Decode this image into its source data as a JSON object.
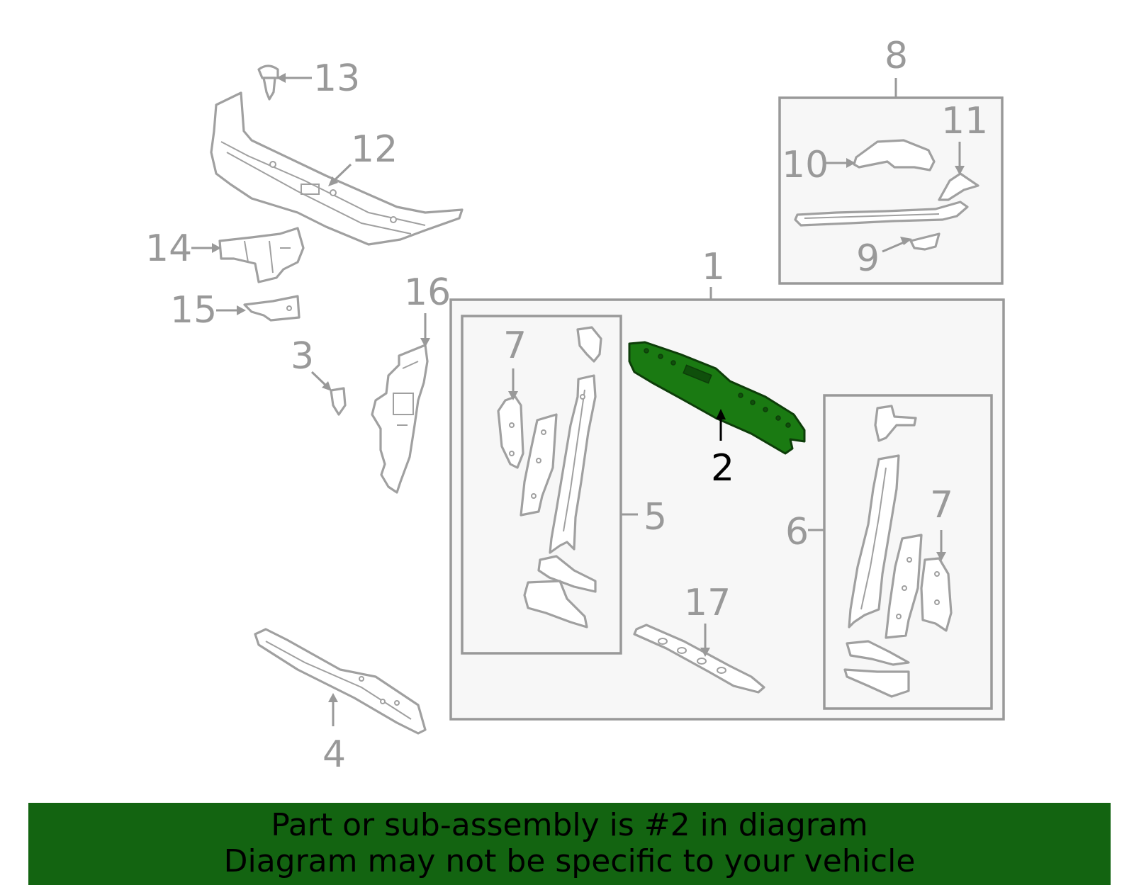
{
  "callouts": {
    "c1": "1",
    "c2": "2",
    "c3": "3",
    "c4": "4",
    "c5": "5",
    "c6": "6",
    "c7a": "7",
    "c7b": "7",
    "c8": "8",
    "c9": "9",
    "c10": "10",
    "c11": "11",
    "c12": "12",
    "c13": "13",
    "c14": "14",
    "c15": "15",
    "c16": "16",
    "c17": "17"
  },
  "highlighted_part": "2",
  "banner": {
    "line1": "Part or sub-assembly is #2 in diagram",
    "line2": "Diagram may not be specific to your vehicle"
  },
  "colors": {
    "highlight": "#1a7a12",
    "banner_background": "#136411",
    "line_gray": "#999999"
  }
}
